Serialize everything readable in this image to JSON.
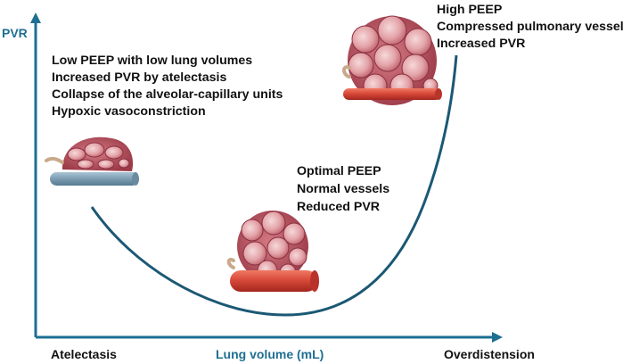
{
  "colors": {
    "axis": "#1e6f92",
    "curve": "#1b5874",
    "text": "#111111",
    "vessel_healthy": "#d84a3a",
    "vessel_hypoxic": "#7d9db1",
    "alveoli": "#b85562"
  },
  "axes": {
    "y_label": "PVR",
    "x_label": "Lung volume (mL)",
    "x_start_label": "Atelectasis",
    "x_end_label": "Overdistension"
  },
  "states": {
    "low_peep": {
      "lines": [
        "Low PEEP with low lung volumes",
        "Increased PVR by atelectasis",
        "Collapse of the alveolar-capillary units",
        "Hypoxic vasoconstriction"
      ],
      "illustration": "collapsed-alveoli-illustration"
    },
    "optimal_peep": {
      "lines": [
        "Optimal PEEP",
        "Normal vessels",
        "Reduced PVR"
      ],
      "illustration": "normal-alveoli-illustration"
    },
    "high_peep": {
      "lines": [
        "High PEEP",
        "Compressed pulmonary vessels",
        "Increased PVR"
      ],
      "illustration": "overdistended-alveoli-illustration"
    }
  }
}
